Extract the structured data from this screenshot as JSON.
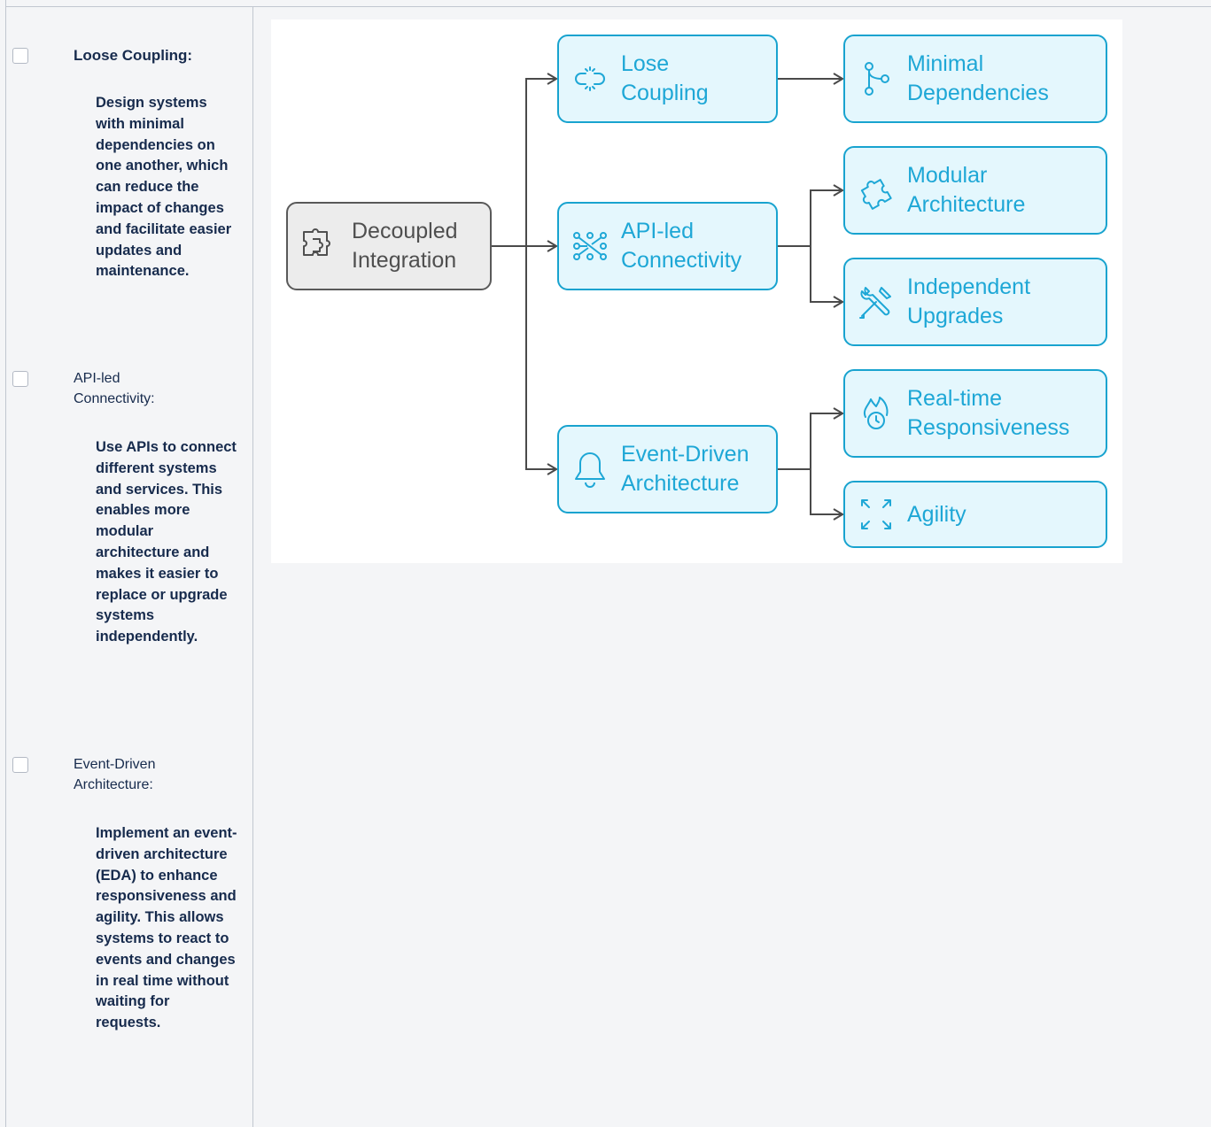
{
  "tasks": [
    {
      "label": "Loose Coupling:",
      "description": "Design systems with minimal dependencies on one another, which can reduce the impact of changes and facilitate easier updates and maintenance."
    },
    {
      "label": "API-led Connectivity:",
      "description": "Use APIs to connect different systems and services. This enables more modular architecture and makes it easier to replace or upgrade systems independently."
    },
    {
      "label": "Event-Driven Architecture:",
      "description": "Implement an event-driven architecture (EDA) to enhance responsiveness and agility. This allows systems to react to events and changes in real time without waiting for requests."
    }
  ],
  "diagram": {
    "root": {
      "label": "Decoupled\nIntegration",
      "icon": "puzzle-icon"
    },
    "level1": [
      {
        "label": "Lose\nCoupling",
        "icon": "broken-link-icon"
      },
      {
        "label": "API-led\nConnectivity",
        "icon": "network-icon"
      },
      {
        "label": "Event-Driven\nArchitecture",
        "icon": "bell-icon"
      }
    ],
    "level2": [
      {
        "label": "Minimal\nDependencies",
        "icon": "git-branch-icon"
      },
      {
        "label": "Modular\nArchitecture",
        "icon": "puzzle-piece-icon"
      },
      {
        "label": "Independent\nUpgrades",
        "icon": "tools-icon"
      },
      {
        "label": "Real-time\nResponsiveness",
        "icon": "clock-flame-icon"
      },
      {
        "label": "Agility",
        "icon": "expand-arrows-icon"
      }
    ],
    "colors": {
      "accent": "#18a3cf",
      "accent_fill": "#e4f7fd",
      "root_border": "#595959",
      "root_fill": "#ececec",
      "connector": "#4a4a4a"
    }
  }
}
